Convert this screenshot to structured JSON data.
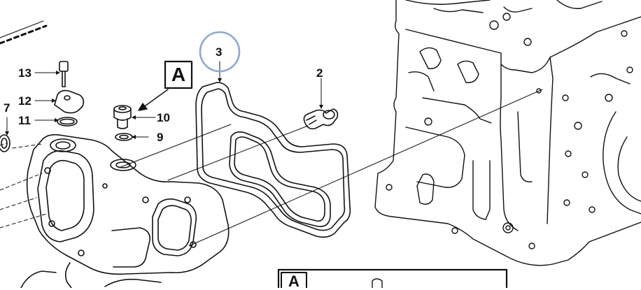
{
  "callouts": {
    "c13": "13",
    "c12": "12",
    "c11": "11",
    "c7": "7",
    "c10": "10",
    "c9": "9",
    "c3": "3",
    "c2": "2"
  },
  "detail_labels": {
    "view_a": "A",
    "view_a_inset": "A"
  },
  "colors": {
    "line": "#111111",
    "highlight_circle": "#8fa9cf",
    "background": "#ffffff"
  }
}
